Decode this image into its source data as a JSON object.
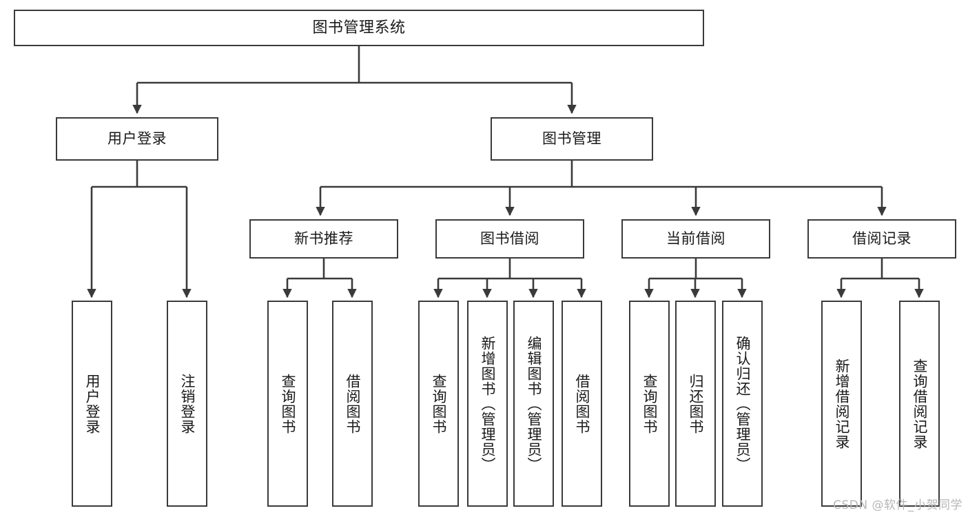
{
  "diagram": {
    "title": "图书管理系统",
    "type": "tree-hierarchy-diagram",
    "root": {
      "id": "root",
      "label": "图书管理系统"
    },
    "level1": [
      {
        "id": "user-login",
        "label": "用户登录"
      },
      {
        "id": "book-manage",
        "label": "图书管理"
      }
    ],
    "level2": [
      {
        "id": "new-book-recommend",
        "label": "新书推荐",
        "parent": "book-manage"
      },
      {
        "id": "book-borrow",
        "label": "图书借阅",
        "parent": "book-manage"
      },
      {
        "id": "current-borrow",
        "label": "当前借阅",
        "parent": "book-manage"
      },
      {
        "id": "borrow-record",
        "label": "借阅记录",
        "parent": "book-manage"
      }
    ],
    "leaves": [
      {
        "id": "leaf-user-login",
        "label": "用户登录",
        "parent": "user-login"
      },
      {
        "id": "leaf-logout",
        "label": "注销登录",
        "parent": "user-login"
      },
      {
        "id": "leaf-query-book-1",
        "label": "查询图书",
        "parent": "new-book-recommend"
      },
      {
        "id": "leaf-borrow-book-1",
        "label": "借阅图书",
        "parent": "new-book-recommend"
      },
      {
        "id": "leaf-query-book-2",
        "label": "查询图书",
        "parent": "book-borrow"
      },
      {
        "id": "leaf-add-book",
        "label": "新增图书（管理员）",
        "parent": "book-borrow"
      },
      {
        "id": "leaf-edit-book",
        "label": "编辑图书（管理员）",
        "parent": "book-borrow"
      },
      {
        "id": "leaf-borrow-book-2",
        "label": "借阅图书",
        "parent": "book-borrow"
      },
      {
        "id": "leaf-query-book-3",
        "label": "查询图书",
        "parent": "current-borrow"
      },
      {
        "id": "leaf-return-book",
        "label": "归还图书",
        "parent": "current-borrow"
      },
      {
        "id": "leaf-confirm-return",
        "label": "确认归还（管理员）",
        "parent": "current-borrow"
      },
      {
        "id": "leaf-add-record",
        "label": "新增借阅记录",
        "parent": "borrow-record"
      },
      {
        "id": "leaf-query-record",
        "label": "查询借阅记录",
        "parent": "borrow-record"
      }
    ],
    "colors": {
      "stroke": "#3a3a3a",
      "fill": "#ffffff",
      "text": "#1a1a1a",
      "watermark": "#b6b6b6"
    }
  },
  "watermark": {
    "text": "CSDN @软件_小贺同学"
  }
}
